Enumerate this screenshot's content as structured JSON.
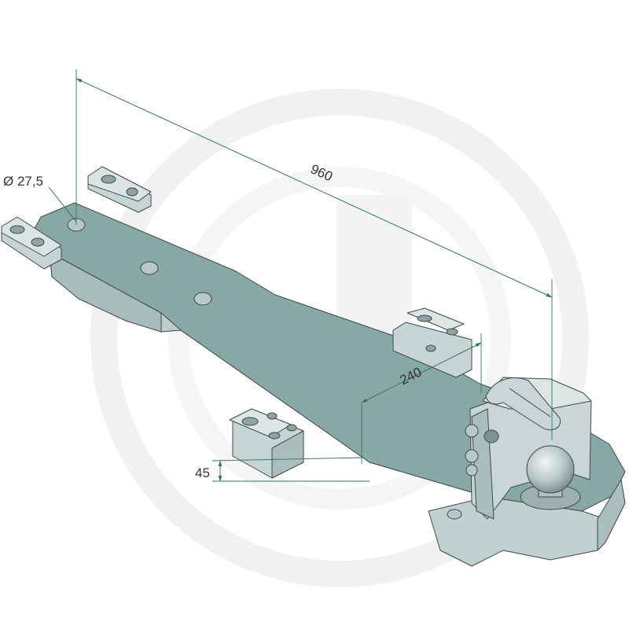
{
  "dimensions": {
    "hole_diameter": "Ø 27,5",
    "overall_length": "960",
    "mount_offset": "240",
    "height": "45"
  },
  "colors": {
    "plate_top": "#88a8a6",
    "plate_side": "#a7bdbc",
    "plate_front": "#bccdcc",
    "dim_line": "#2e7a5e",
    "watermark": "#e4e4e4"
  },
  "icons": {
    "watermark": "g-logo-watermark-icon",
    "coupling_ball": "tow-ball-icon",
    "latch_lever": "latch-lever-icon"
  }
}
